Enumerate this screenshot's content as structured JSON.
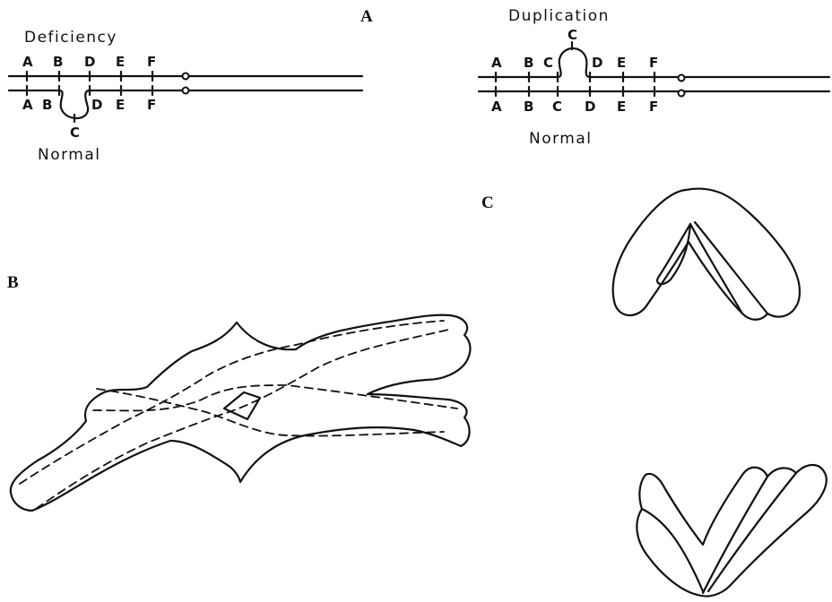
{
  "panels": {
    "a": {
      "letter": "A"
    },
    "b": {
      "letter": "B"
    },
    "c": {
      "letter": "C"
    }
  },
  "deficiency_pair": {
    "top_label": "Deficiency",
    "bottom_label": "Normal",
    "top_genes": [
      "A",
      "B",
      "D",
      "E",
      "F"
    ],
    "bottom_genes": [
      "A",
      "B",
      "D",
      "E",
      "F"
    ],
    "loop_gene": "C"
  },
  "duplication_pair": {
    "top_label": "Duplication",
    "bottom_label": "Normal",
    "top_genes": [
      "A",
      "B",
      "C",
      "D",
      "E",
      "F"
    ],
    "bottom_genes": [
      "A",
      "B",
      "C",
      "D",
      "E",
      "F"
    ],
    "loop_gene": "C"
  }
}
